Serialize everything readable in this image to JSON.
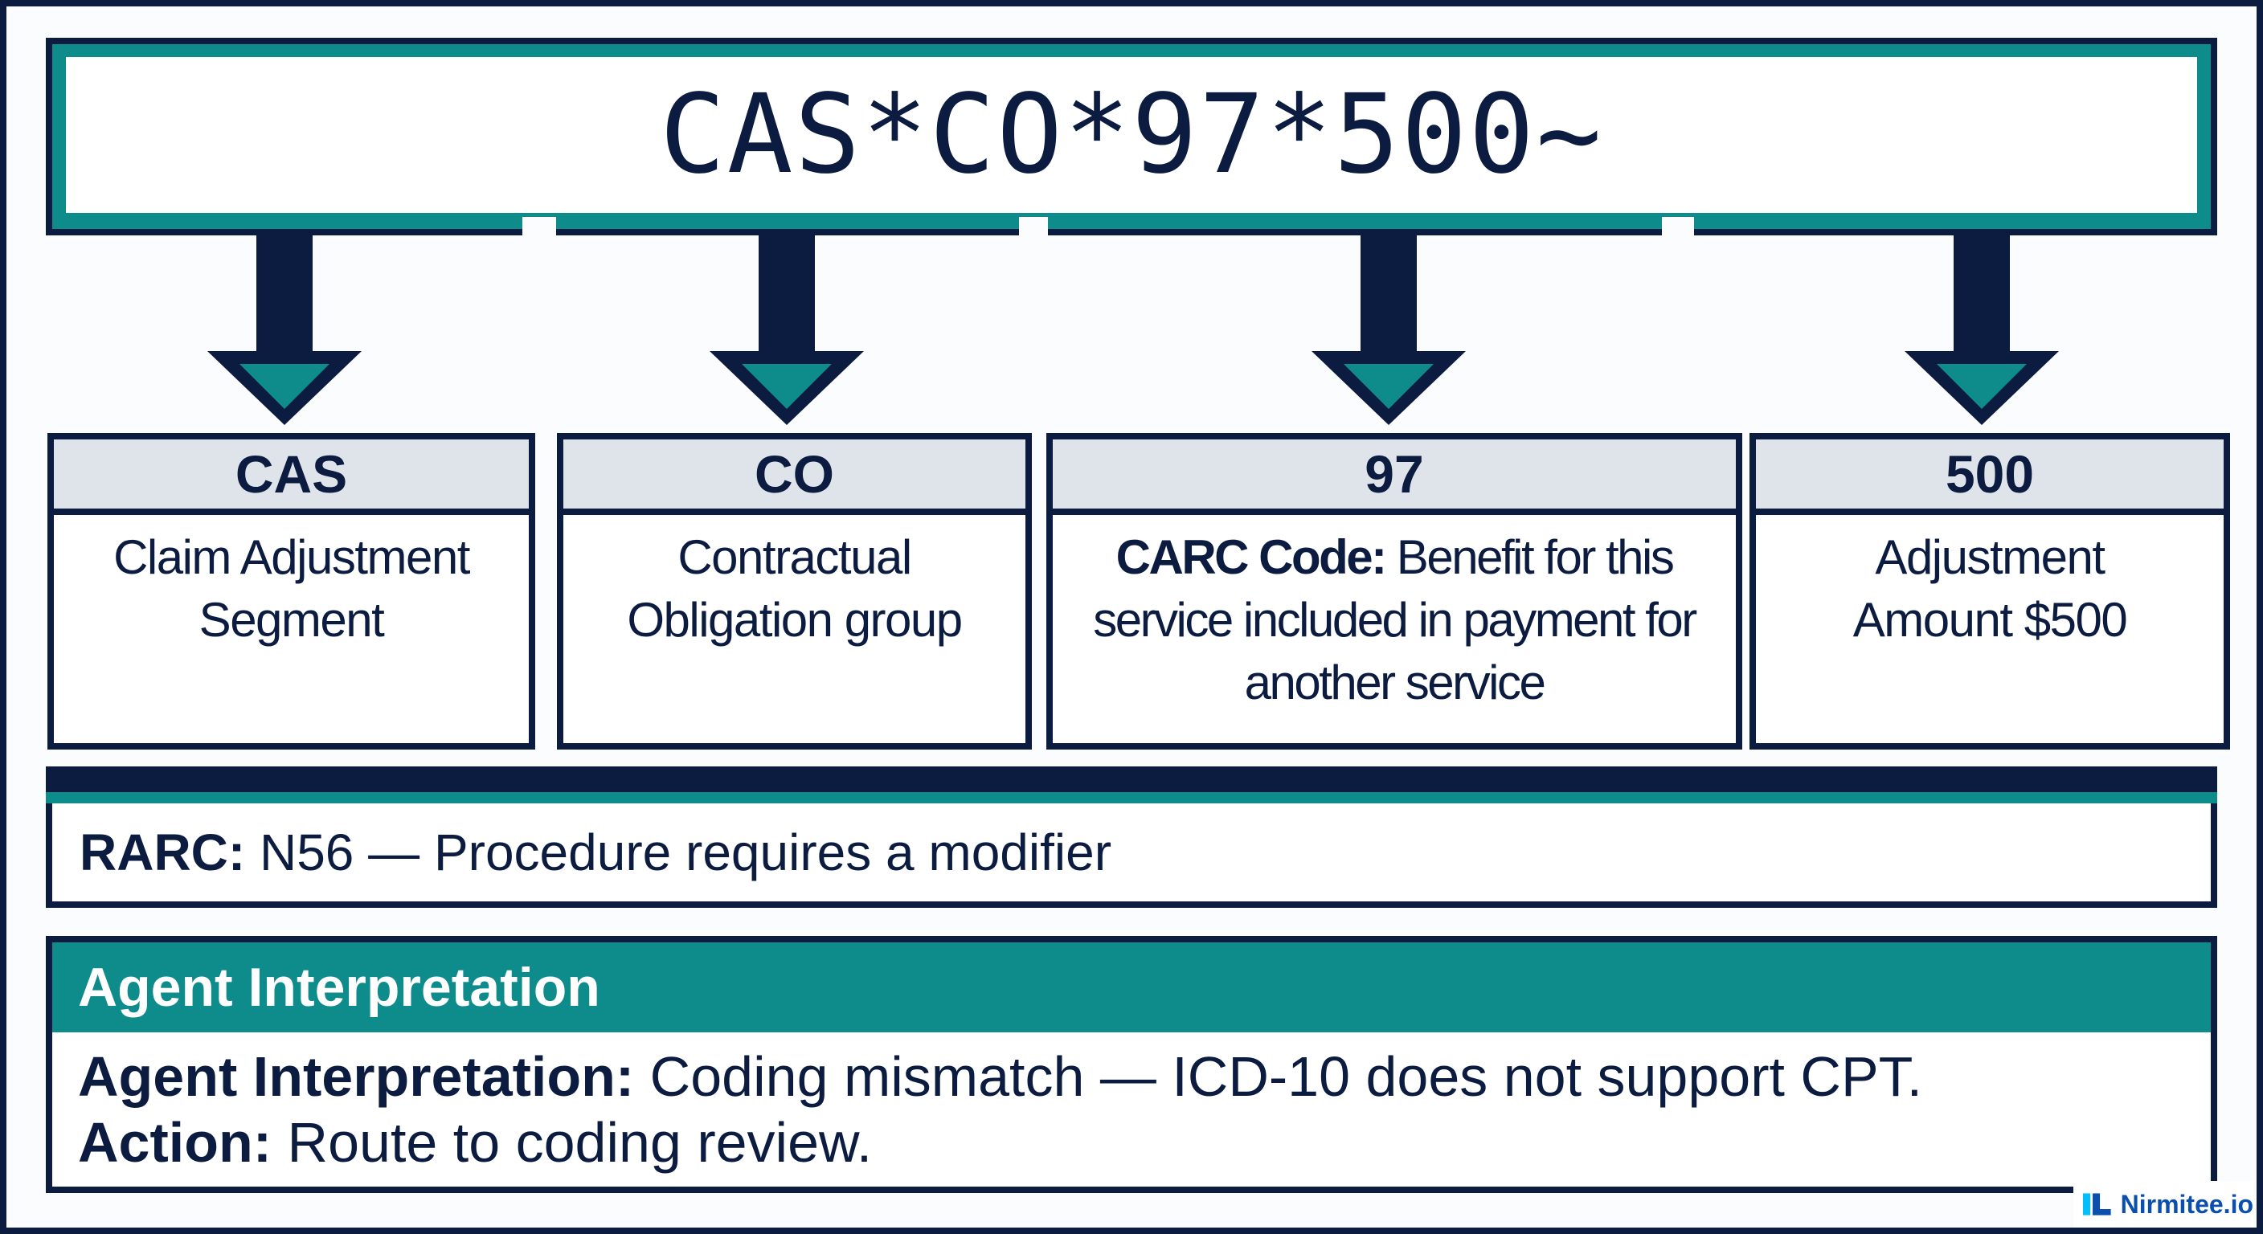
{
  "segment": {
    "code": "CAS*CO*97*500~"
  },
  "elements": [
    {
      "header": "CAS",
      "label_bold": "",
      "description": "Claim Adjustment Segment"
    },
    {
      "header": "CO",
      "label_bold": "",
      "description": "Contractual Obligation group"
    },
    {
      "header": "97",
      "label_bold": "CARC Code:",
      "description": " Benefit for this service included in payment for another service"
    },
    {
      "header": "500",
      "label_bold": "",
      "description": "Adjustment Amount $500"
    }
  ],
  "rarc": {
    "label": "RARC:",
    "text": " N56 — Procedure requires a modifier"
  },
  "agent": {
    "title": "Agent Interpretation",
    "interpretation_label": "Agent Interpretation:",
    "interpretation_text": " Coding mismatch — ICD-10 does not support CPT.",
    "action_label": "Action:",
    "action_text": " Route to coding review."
  },
  "brand": {
    "name": "Nirmitee.io"
  },
  "colors": {
    "navy": "#0b1c40",
    "teal": "#0e8b8b",
    "header_gray": "#dfe3ea",
    "brand_blue": "#0b4fae",
    "brand_cyan": "#00bfff"
  }
}
